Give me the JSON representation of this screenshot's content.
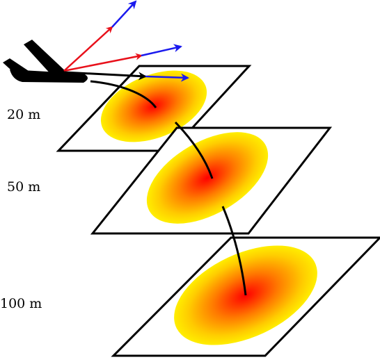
{
  "labels": {
    "altitude_20": "20 m",
    "altitude_50": "50 m",
    "altitude_100": "100 m"
  },
  "colors": {
    "frame": "#000000",
    "plume_center": "#ff0000",
    "plume_mid": "#ff8c00",
    "plume_edge": "#ffee00",
    "arrow_red": "#e8101a",
    "arrow_blue": "#1a1aee",
    "arrow_black": "#000000",
    "aircraft": "#000000"
  },
  "icons": {
    "aircraft": "aircraft-silhouette-icon"
  }
}
